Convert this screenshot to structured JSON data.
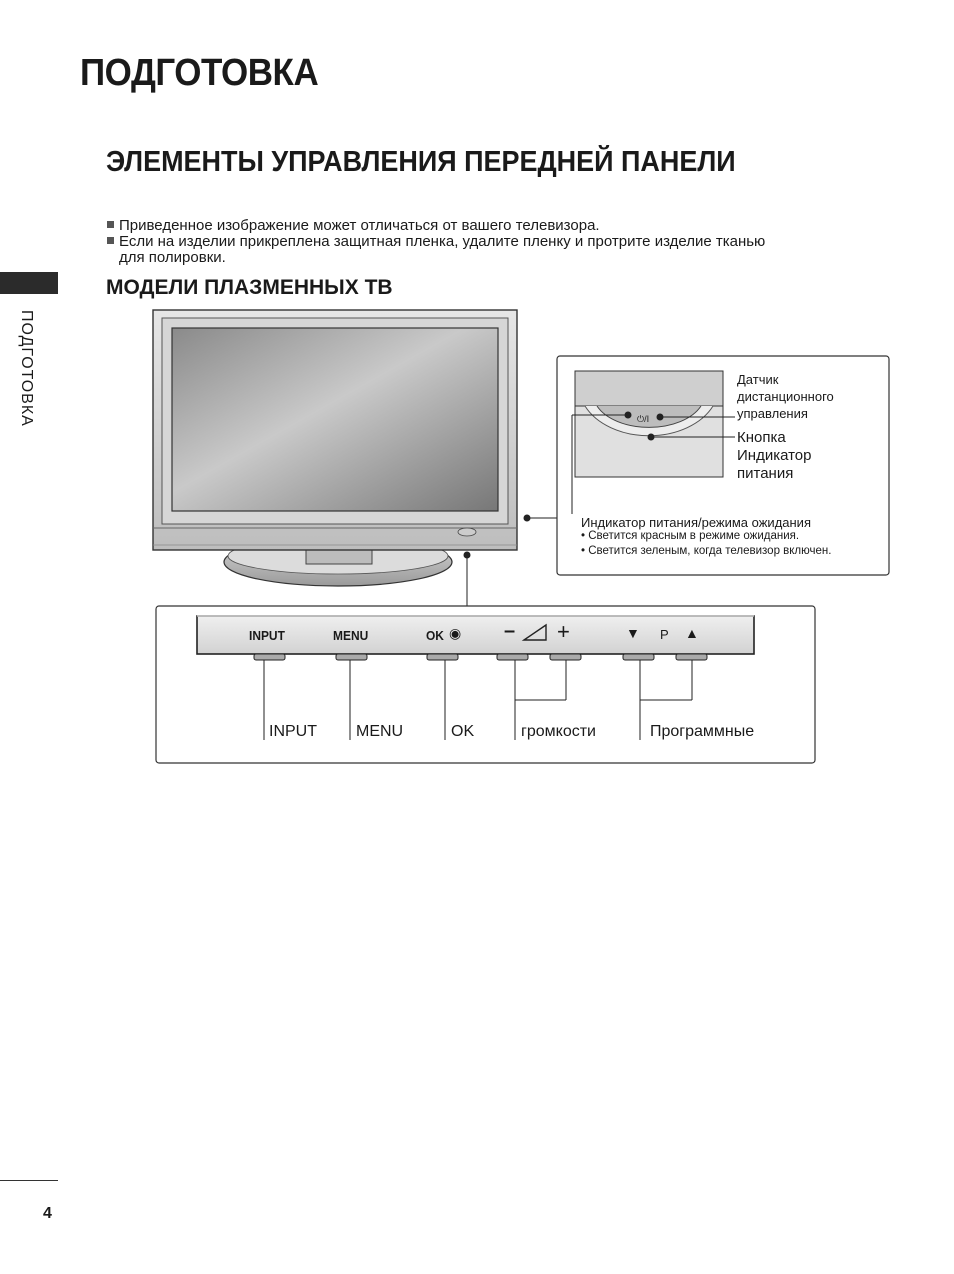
{
  "header": {
    "title": "ПОДГОТОВКА"
  },
  "section": {
    "title": "ЭЛЕМЕНТЫ УПРАВЛЕНИЯ ПЕРЕДНЕЙ ПАНЕЛИ"
  },
  "notes": [
    "Приведенное изображение может отличаться от вашего телевизора.",
    "Если на изделии прикреплена защитная пленка, удалите пленку и протрите изделие тканью",
    "для полировки."
  ],
  "subsection": {
    "title": "МОДЕЛИ ПЛАЗМЕННЫХ ТВ"
  },
  "side_label": "ПОДГОТОВКА",
  "page_number": "4",
  "sensor_box": {
    "remote_sensor_lines": [
      "Датчик",
      "дистанционного",
      "управления"
    ],
    "power_lines": [
      "Кнопка",
      "Индикатор",
      "питания"
    ],
    "indicator_title": "Индикатор питания/режима ожидания",
    "indicator_red": "• Светится красным в режиме ожидания.",
    "indicator_green": "• Светится зеленым, когда телевизор включен.",
    "power_symbol": "⏻/I"
  },
  "button_panel": {
    "buttons": {
      "input": "INPUT",
      "menu": "MENU",
      "ok": "OK",
      "ok_symbol": "◉",
      "vol_minus": "–",
      "vol_plus": "+",
      "ch_down": "▼",
      "ch_p": "P",
      "ch_up": "▲"
    },
    "labels": {
      "input": "INPUT",
      "menu": "MENU",
      "ok": "OK",
      "volume": "громкости",
      "programme": "Программные"
    }
  }
}
